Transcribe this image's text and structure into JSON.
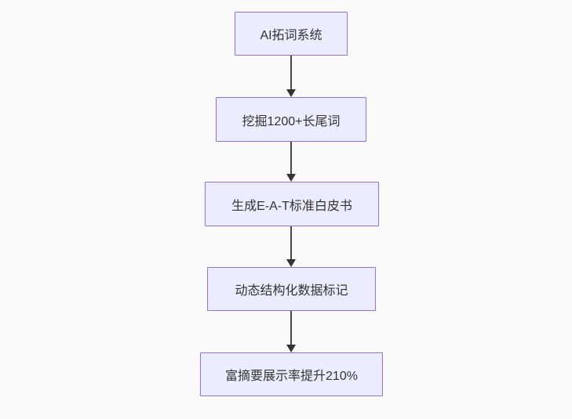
{
  "flowchart": {
    "type": "flowchart-top-down",
    "title": "",
    "nodes": [
      {
        "id": "n0",
        "label": "AI拓词系统"
      },
      {
        "id": "n1",
        "label": "挖掘1200+长尾词"
      },
      {
        "id": "n2",
        "label": "生成E-A-T标准白皮书"
      },
      {
        "id": "n3",
        "label": "动态结构化数据标记"
      },
      {
        "id": "n4",
        "label": "富摘要展示率提升210%"
      }
    ],
    "edges": [
      {
        "from": "n0",
        "to": "n1",
        "style": "arrow-down"
      },
      {
        "from": "n1",
        "to": "n2",
        "style": "arrow-down"
      },
      {
        "from": "n2",
        "to": "n3",
        "style": "arrow-down"
      },
      {
        "from": "n3",
        "to": "n4",
        "style": "arrow-down"
      }
    ],
    "colors": {
      "background": "#fafafa",
      "node_fill": "#ececff",
      "node_border": "#9370db",
      "node_text": "#333333",
      "arrow": "#333333"
    }
  }
}
